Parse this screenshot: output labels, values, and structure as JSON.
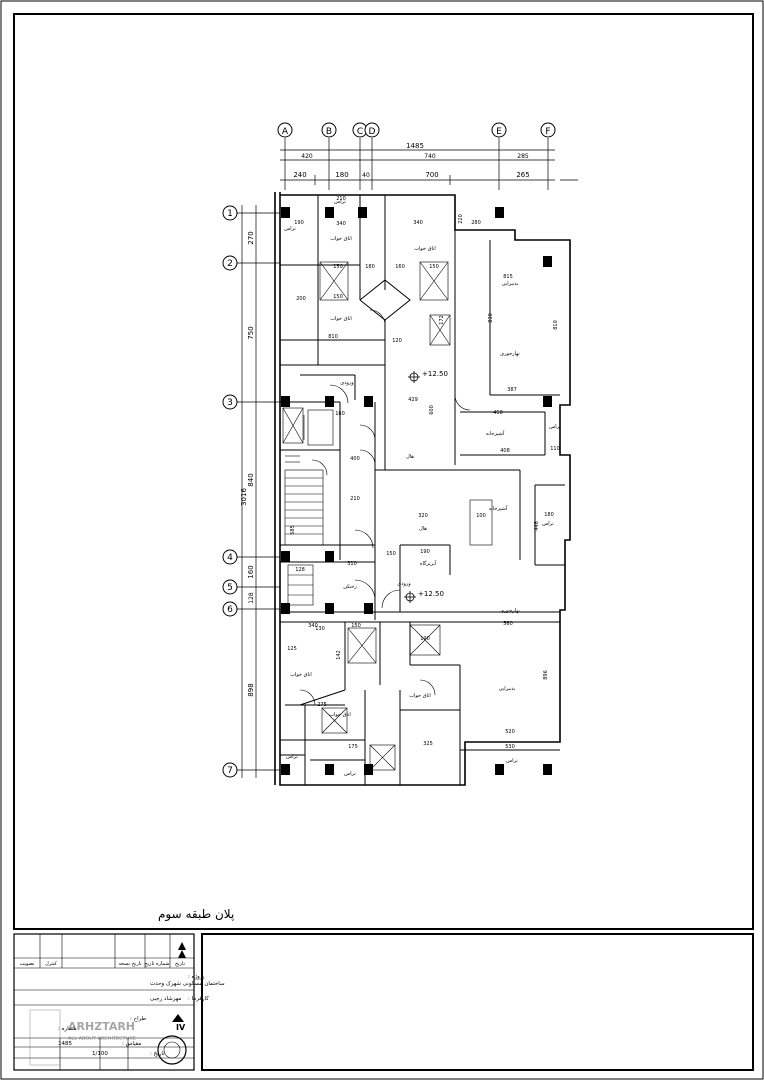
{
  "sheet_title": "پلان طبقه سوم",
  "grid": {
    "columns": [
      "A",
      "B",
      "C",
      "D",
      "E",
      "F"
    ],
    "rows": [
      "1",
      "2",
      "3",
      "4",
      "5",
      "6",
      "7"
    ]
  },
  "dimensions": {
    "top_total": "1485",
    "top_row2": [
      "420",
      "740",
      "285"
    ],
    "top_row3": [
      "240",
      "180",
      "40",
      "700",
      "265"
    ],
    "left_total": "3016",
    "left_segments": [
      "270",
      "750",
      "840",
      "160",
      "128",
      "898"
    ]
  },
  "room_labels": {
    "balcony": "تراس",
    "bedroom": "اتاق خواب",
    "master_bedroom": "بدنیرایی",
    "dining": "نهارخوری",
    "kitchen": "آشپزخانه",
    "hall": "هال",
    "wc": "آبریزگاه",
    "entrance": "ورودی",
    "service": "رختکن"
  },
  "levels": [
    "+12.50",
    "+12.50"
  ],
  "plan_numbers": [
    "190",
    "210",
    "340",
    "340",
    "280",
    "220",
    "200",
    "150",
    "180",
    "150",
    "160",
    "150",
    "815",
    "830",
    "810",
    "120",
    "172",
    "429",
    "387",
    "458",
    "600",
    "408",
    "110",
    "180",
    "320",
    "100",
    "210",
    "448",
    "150",
    "190",
    "128",
    "125",
    "142",
    "150",
    "340",
    "275",
    "325",
    "175",
    "530",
    "520",
    "560",
    "896",
    "190",
    "310",
    "130",
    "585",
    "160",
    "400",
    "810"
  ],
  "title_block": {
    "header_cells": [
      "تاریخ",
      "شماره تاریخ",
      "تاریخ نسخه",
      "کنترل",
      "تصویب"
    ],
    "project_label": "پروژه :",
    "project_name": "ساختمان مسکونی شهرک وحدت",
    "client_label": "کارفرما :",
    "client_name": "مهرشاد رجبی",
    "designer_label": "طراح :",
    "scale_label": "مقیاس :",
    "scale_value": "1/100",
    "sheet_label": "شماره :",
    "sheet_value": "1485",
    "date_label": "تاریخ :",
    "stamp_number": "IV"
  },
  "watermark": {
    "line1": "ARHZTARH",
    "line2": "ALL ABOUT ARCHITECTURE"
  }
}
